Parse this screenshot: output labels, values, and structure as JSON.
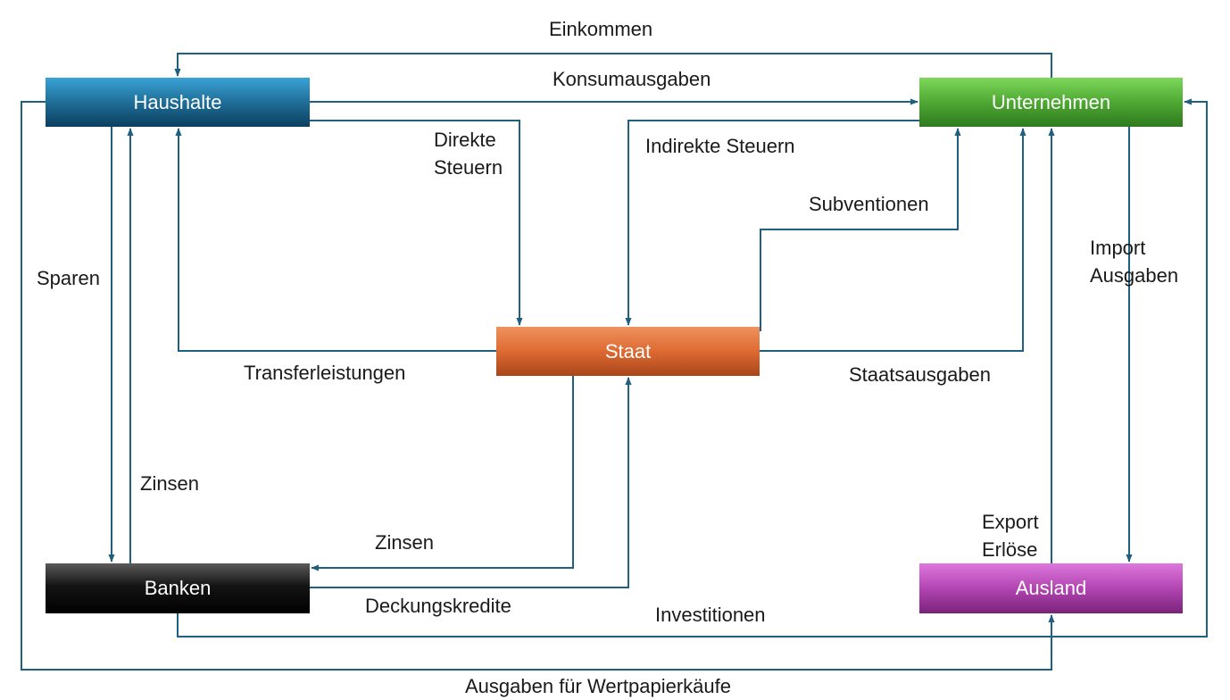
{
  "nodes": {
    "haushalte": "Haushalte",
    "unternehmen": "Unternehmen",
    "staat": "Staat",
    "banken": "Banken",
    "ausland": "Ausland"
  },
  "flows": {
    "einkommen": "Einkommen",
    "konsumausgaben": "Konsumausgaben",
    "direkte_steuern_1": "Direkte",
    "direkte_steuern_2": "Steuern",
    "indirekte_steuern": "Indirekte Steuern",
    "subventionen": "Subventionen",
    "sparen": "Sparen",
    "import_ausgaben_1": "Import",
    "import_ausgaben_2": "Ausgaben",
    "transferleistungen": "Transferleistungen",
    "staatsausgaben": "Staatsausgaben",
    "zinsen_haushalte": "Zinsen",
    "zinsen_staat": "Zinsen",
    "export_erloese_1": "Export",
    "export_erloese_2": "Erlöse",
    "deckungskredite": "Deckungskredite",
    "investitionen": "Investitionen",
    "wertpapierkaeufe": "Ausgaben für Wertpapierkäufe"
  },
  "colors": {
    "arrow": "#1f5f7f",
    "haushalte": "#1f6e98",
    "unternehmen": "#4fa833",
    "staat": "#de6a32",
    "banken": "#000000",
    "ausland": "#b245b2"
  }
}
